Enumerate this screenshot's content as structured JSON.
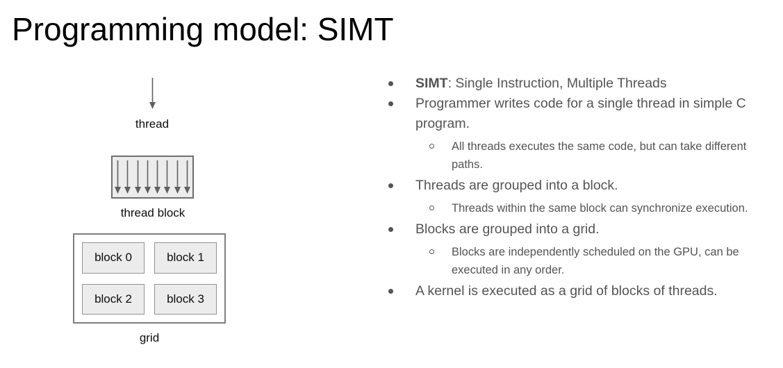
{
  "slide": {
    "title": "Programming model: SIMT"
  },
  "diagram": {
    "thread_label": "thread",
    "thread_block_label": "thread block",
    "grid_label": "grid",
    "thread_block_arrow_count": 8,
    "blocks": [
      "block 0",
      "block 1",
      "block 2",
      "block 3"
    ]
  },
  "bullets": {
    "items": [
      {
        "level": 1,
        "bold_prefix": "SIMT",
        "text": ": Single Instruction, Multiple Threads"
      },
      {
        "level": 1,
        "text": "Programmer writes code for a single thread in simple C program."
      },
      {
        "level": 2,
        "text": "All threads executes the same code, but can take different paths."
      },
      {
        "level": 1,
        "text": "Threads are grouped into a block."
      },
      {
        "level": 2,
        "text": "Threads within the same block can synchronize execution."
      },
      {
        "level": 1,
        "text": "Blocks are grouped into a grid."
      },
      {
        "level": 2,
        "text": "Blocks are independently scheduled on the GPU, can be executed in any order."
      },
      {
        "level": 1,
        "text": "A kernel is executed as a grid of blocks of threads."
      }
    ]
  },
  "colors": {
    "title_text": "#000000",
    "body_text": "#545454",
    "diagram_text": "#0d0d0d",
    "box_fill": "#ececec",
    "box_border": "#6e6e6e",
    "grid_border": "#7d7d7d",
    "cell_border": "#929292",
    "arrow": "#606060"
  }
}
